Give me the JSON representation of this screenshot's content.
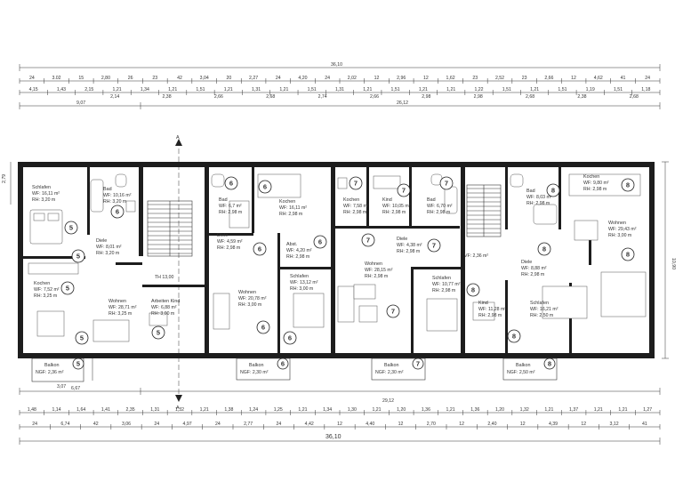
{
  "dimensions": {
    "top_total": "36,10",
    "top_row1": [
      "24",
      "3.02",
      "15",
      "2,80",
      "26",
      "23",
      "42",
      "3,04",
      "20",
      "2,27",
      "24",
      "4,20",
      "24",
      "2,02",
      "12",
      "2,96",
      "12",
      "1,62",
      "23",
      "2,52",
      "23",
      "2,66",
      "12",
      "4,62",
      "41",
      "24"
    ],
    "top_row2": [
      "4,15",
      "1,43",
      "2,15",
      "1,21",
      "1,34",
      "1,21",
      "1,51",
      "1,21",
      "1,31",
      "1,21",
      "1,51",
      "1,31",
      "1,21",
      "1,51",
      "1,21",
      "1,21",
      "1,22",
      "1,51",
      "1,21",
      "1,51",
      "1,19",
      "1,51",
      "1,18"
    ],
    "top_row2_sub": [
      "2,14",
      "2,38",
      "2,66",
      "2,68",
      "2,74",
      "2,66",
      "2,98",
      "2,98",
      "2,68",
      "2,38",
      "2,68"
    ],
    "top_left_sub": "9,07",
    "top_mid_total": "26,12",
    "bottom_total": "36,10",
    "bottom_row1": [
      "1,48",
      "1,14",
      "1,64",
      "1,41",
      "2,35",
      "1,31",
      "1,32",
      "1,21",
      "1,38",
      "1,24",
      "1,25",
      "1,21",
      "1,34",
      "1,30",
      "1,21",
      "1,20",
      "1,36",
      "1,21",
      "1,36",
      "1,20",
      "1,32",
      "1,21",
      "1,37",
      "1,21",
      "1,21",
      "1,27"
    ],
    "bottom_row2": [
      "24",
      "6,74",
      "42",
      "3,06",
      "24",
      "4,97",
      "24",
      "2,77",
      "24",
      "4,42",
      "12",
      "4,40",
      "12",
      "2,70",
      "12",
      "2,40",
      "12",
      "4,39",
      "12",
      "3,12",
      "41"
    ],
    "bottom_left": "6,67",
    "bottom_mid_total": "29,12",
    "balcony_width": "3,07",
    "right_depth": "10,90",
    "left_depth": "2,79"
  },
  "section_mark": "A",
  "stair_label": "TH 13,00",
  "stair_sub": "VF: 2,36 m²",
  "balconies": [
    {
      "label": "Balkon",
      "area": "NGF: 2,36 m²",
      "unit": "5"
    },
    {
      "label": "Balkon",
      "area": "NGF: 2,30 m²",
      "unit": "6"
    },
    {
      "label": "Balkon",
      "area": "NGF: 2,30 m²",
      "unit": "7"
    },
    {
      "label": "Balkon",
      "area": "NGF: 2,50 m²",
      "unit": "8"
    }
  ],
  "rooms": [
    {
      "id": "schlafen-5",
      "name": "Schlafen",
      "wf": "WF: 16,11 m²",
      "rh": "RH: 3,20 m",
      "unit": "5"
    },
    {
      "id": "bad-5",
      "name": "Bad",
      "wf": "WF: 10,16 m²",
      "rh": "RH: 3,20 m",
      "unit": "6"
    },
    {
      "id": "diele-5",
      "name": "Diele",
      "wf": "WF: 8,01 m²",
      "rh": "RH: 3,20 m",
      "unit": "5"
    },
    {
      "id": "kochen-5",
      "name": "Kochen",
      "wf": "WF: 7,52 m²",
      "rh": "RH: 3,25 m",
      "unit": "5"
    },
    {
      "id": "wohnen-5",
      "name": "Wohnen",
      "wf": "WF: 28,71 m²",
      "rh": "RH: 3,25 m",
      "unit": "5"
    },
    {
      "id": "arbeiten-5",
      "name": "Arbeiten Kind",
      "wf": "WF: 6,88 m²",
      "rh": "RH: 3,00 m",
      "unit": "5"
    },
    {
      "id": "bad-6",
      "name": "Bad",
      "wf": "WF: 6,7 m²",
      "rh": "RH: 2,98 m",
      "unit": "6"
    },
    {
      "id": "kochen-6",
      "name": "Kochen",
      "wf": "WF: 16,11 m²",
      "rh": "RH: 2,98 m",
      "unit": "6"
    },
    {
      "id": "diele-6",
      "name": "Diele",
      "wf": "WF: 4,59 m²",
      "rh": "RH: 2,98 m",
      "unit": "6"
    },
    {
      "id": "abst-6",
      "name": "Abst.",
      "wf": "WF: 4,20 m²",
      "rh": "RH: 2,98 m",
      "unit": "6"
    },
    {
      "id": "wohnen-6",
      "name": "Wohnen",
      "wf": "WF: 20,78 m²",
      "rh": "RH: 3,00 m",
      "unit": "6"
    },
    {
      "id": "schlafen-6",
      "name": "Schlafen",
      "wf": "WF: 13,12 m²",
      "rh": "RH: 3,00 m",
      "unit": "6"
    },
    {
      "id": "kochen-7",
      "name": "Kochen",
      "wf": "WF: 7,58 m²",
      "rh": "RH: 2,98 m",
      "unit": "7"
    },
    {
      "id": "kind-7",
      "name": "Kind",
      "wf": "WF: 10,05 m²",
      "rh": "RH: 2,98 m",
      "unit": "7"
    },
    {
      "id": "bad-7",
      "name": "Bad",
      "wf": "WF: 6,70 m²",
      "rh": "RH: 2,98 m",
      "unit": "7"
    },
    {
      "id": "diele-7",
      "name": "Diele",
      "wf": "WF: 4,38 m²",
      "rh": "RH: 2,98 m",
      "unit": "7"
    },
    {
      "id": "wohnen-7",
      "name": "Wohnen",
      "wf": "WF: 28,15 m²",
      "rh": "RH: 2,98 m",
      "unit": "7"
    },
    {
      "id": "schlafen-7",
      "name": "Schlafen",
      "wf": "WF: 10,77 m²",
      "rh": "RH: 2,98 m",
      "unit": "7"
    },
    {
      "id": "bad-8",
      "name": "Bad",
      "wf": "WF: 8,03 m²",
      "rh": "RH: 2,98 m",
      "unit": "8"
    },
    {
      "id": "kochen-8",
      "name": "Kochen",
      "wf": "WF: 9,80 m²",
      "rh": "RH: 2,98 m",
      "unit": "8"
    },
    {
      "id": "wohnen-8",
      "name": "Wohnen",
      "wf": "WF: 29,43 m²",
      "rh": "RH: 3,00 m",
      "unit": "8"
    },
    {
      "id": "diele-8",
      "name": "Diele",
      "wf": "WF: 8,88 m²",
      "rh": "RH: 2,98 m",
      "unit": "8"
    },
    {
      "id": "kind-8",
      "name": "Kind",
      "wf": "WF: 11,28 m²",
      "rh": "RH: 2,98 m",
      "unit": "8"
    },
    {
      "id": "schlafen-8",
      "name": "Schlafen",
      "wf": "WF: 16,21 m²",
      "rh": "RH: 2,50 m",
      "unit": "8"
    }
  ]
}
